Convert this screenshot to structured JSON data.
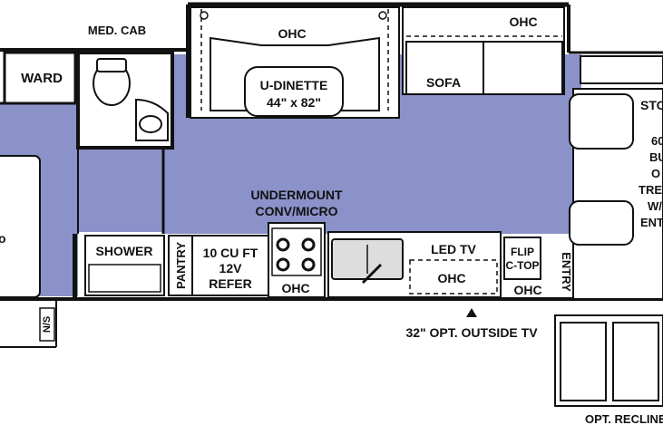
{
  "floorplan": {
    "floor_color": "#8b91c9",
    "labels": {
      "med_cab": "MED. CAB",
      "ward": "WARD",
      "ohc_dinette": "OHC",
      "u_dinette": "U-DINETTE",
      "u_dinette_size": "44\" x 82\"",
      "ohc_sofa": "OHC",
      "sofa": "SOFA",
      "stove_partial": "STO",
      "right_wall_1": "60",
      "right_wall_2": "BU",
      "right_wall_3": "O",
      "right_wall_4": "TRE",
      "right_wall_5": "W/",
      "right_wall_6": "ENT",
      "undermount_1": "UNDERMOUNT",
      "undermount_2": "CONV/MICRO",
      "shower": "SHOWER",
      "pantry": "PANTRY",
      "refer_1": "10 CU FT",
      "refer_2": "12V",
      "refer_3": "REFER",
      "ohc_range": "OHC",
      "led_tv": "LED TV",
      "ohc_kitchen": "OHC",
      "flip_1": "FLIP",
      "flip_2": "C-TOP",
      "entry": "ENTRY",
      "ohc_entry": "OHC",
      "ns": "N/S",
      "outside_tv": "32\" OPT. OUTSIDE TV",
      "recliner": "OPT. RECLINE",
      "left_partial": "o"
    }
  }
}
